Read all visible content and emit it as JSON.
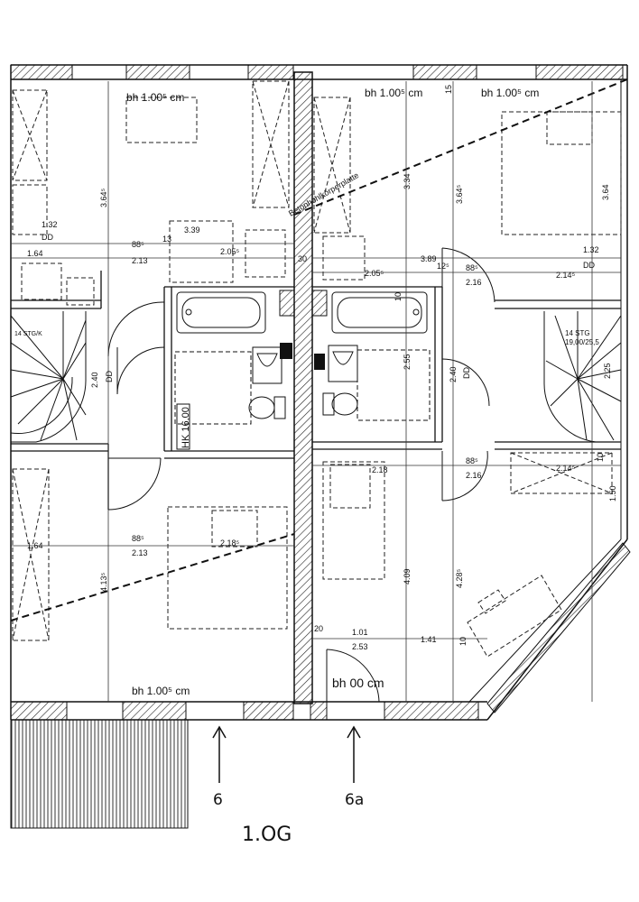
{
  "plan": {
    "floor_label": "1.OG",
    "house_labels": {
      "left": "6",
      "right": "6a"
    },
    "slab_label": "Betonhohlkörperplatte",
    "stair_label_left": "14 STG/K",
    "stair_label_right_1": "14 STG",
    "stair_label_right_2": "19,00/25,5",
    "radiator_label": "HK 16,00",
    "window_heights": {
      "top_left": "bh 1.00⁵ cm",
      "top_mid": "bh 1.00⁵ cm",
      "top_right": "bh 1.00⁵ cm",
      "bottom_left": "bh 1.00⁵ cm",
      "bottom_right": "bh 00 cm"
    },
    "dimensions": {
      "l_364": "3.64⁵",
      "l_132": "1.32",
      "l_dd1": "DD",
      "l_164a": "1.64",
      "l_885a": "88⁵",
      "l_213a": "2.13",
      "l_13": "13",
      "l_339": "3.39",
      "l_2055a": "2.05⁵",
      "l_30": "30",
      "l_240": "2.40",
      "l_dd2": "DD",
      "l_164b": "1.64",
      "l_885b": "88⁵",
      "l_213b": "2.13",
      "l_2185": "2.18⁵",
      "l_413": "4.13⁵",
      "r_334": "3.34",
      "r_3645": "3.64⁵",
      "r_364": "3.64",
      "r_15": "15",
      "r_389": "3.89",
      "r_125": "12⁵",
      "r_885a": "88⁵",
      "r_2055": "2.05⁵",
      "r_216a": "2.16",
      "r_2145a": "2.14⁵",
      "r_132": "1.32",
      "r_dd": "DD",
      "r_10a": "10",
      "r_255": "2.55",
      "r_240": "2.40",
      "r_dd2": "DD",
      "r_225": "2.25",
      "r_218": "2.18",
      "r_885b": "88⁵",
      "r_216b": "2.16",
      "r_2145b": "2.14⁵",
      "r_10b": "10",
      "r_150": "1.50",
      "r_409": "4.09",
      "r_428": "4.28⁵",
      "r_20": "20",
      "r_101": "1.01",
      "r_253": "2.53",
      "r_141": "1.41",
      "r_10c": "10"
    }
  }
}
